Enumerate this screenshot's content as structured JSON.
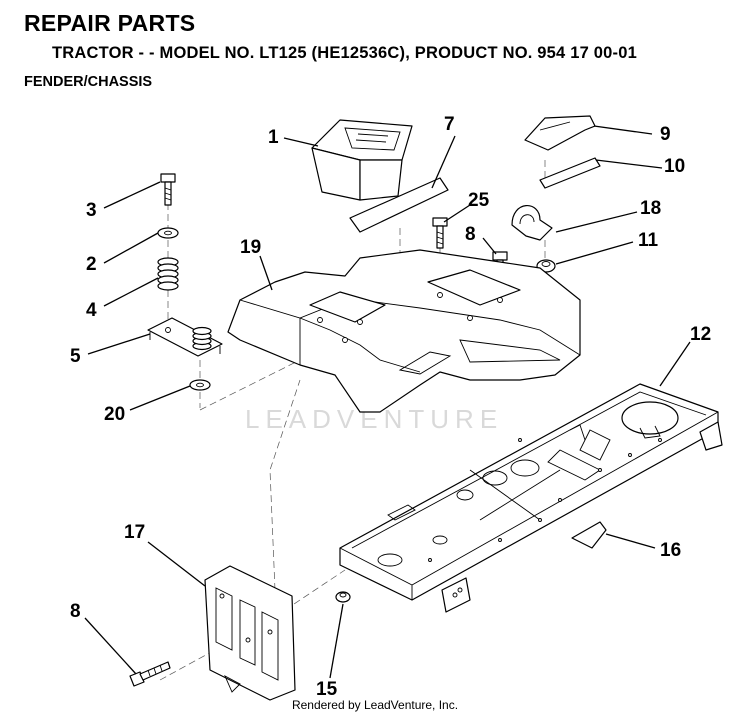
{
  "header": {
    "title": "REPAIR PARTS",
    "model_line": "TRACTOR - - MODEL NO. LT125 (HE12536C),  PRODUCT NO. 954 17 00-01",
    "section": "FENDER/CHASSIS"
  },
  "callouts": {
    "p1": "1",
    "p2": "2",
    "p3": "3",
    "p4": "4",
    "p5": "5",
    "p7": "7",
    "p8a": "8",
    "p8b": "8",
    "p9": "9",
    "p10": "10",
    "p11": "11",
    "p12": "12",
    "p15": "15",
    "p16": "16",
    "p17": "17",
    "p18": "18",
    "p19": "19",
    "p20": "20",
    "p25": "25"
  },
  "watermark": "LEADVENTURE",
  "footer": "Rendered by LeadVenture, Inc."
}
